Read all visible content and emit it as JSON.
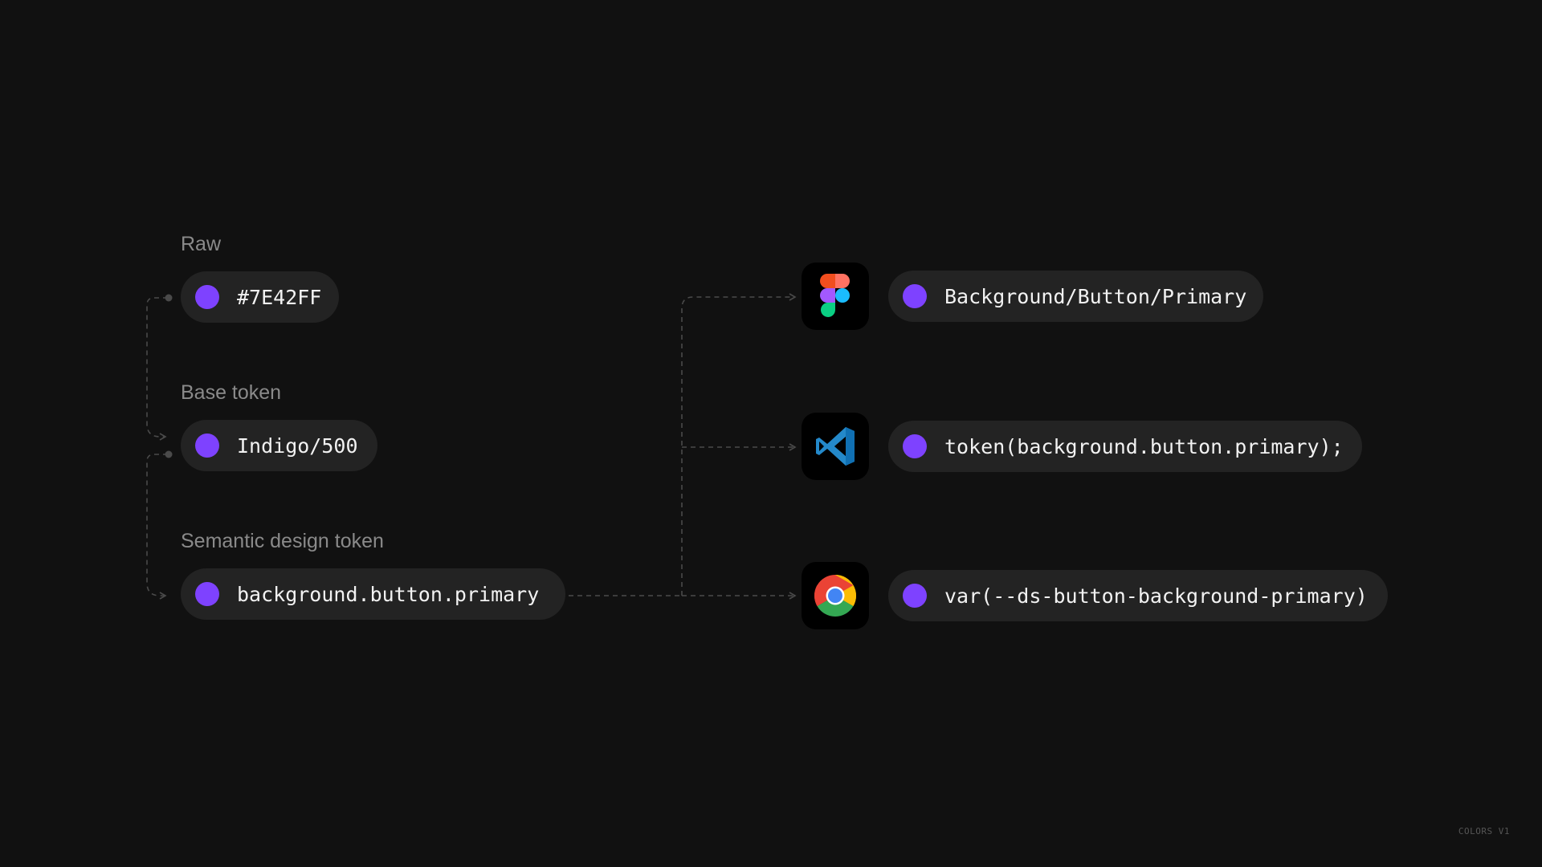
{
  "colors": {
    "background": "#111111",
    "pill_background": "#232323",
    "swatch": "#7E42FF",
    "connector": "#4a4a4a",
    "label_text": "#8a8a8a",
    "pill_text": "#f2f2f2"
  },
  "sources": [
    {
      "label": "Raw",
      "value": "#7E42FF"
    },
    {
      "label": "Base token",
      "value": "Indigo/500"
    },
    {
      "label": "Semantic design token",
      "value": "background.button.primary"
    }
  ],
  "outputs": [
    {
      "app_icon": "figma-icon",
      "value": "Background/Button/Primary"
    },
    {
      "app_icon": "vscode-icon",
      "value": "token(background.button.primary);"
    },
    {
      "app_icon": "chrome-icon",
      "value": "var(--ds-button-background-primary)"
    }
  ],
  "footer": "COLORS V1"
}
